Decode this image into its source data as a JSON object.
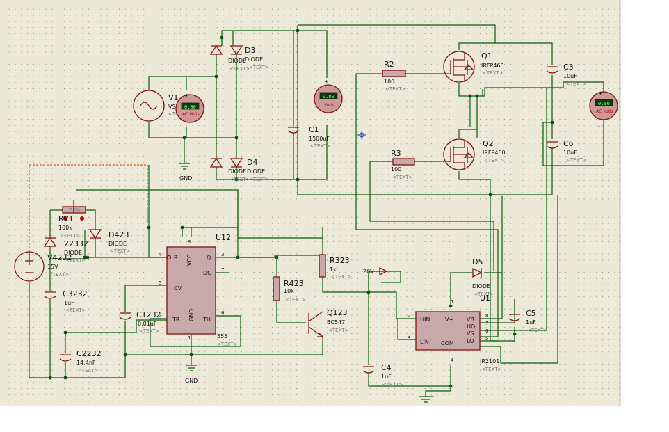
{
  "components": {
    "v1": {
      "ref": "V1",
      "value": "VS",
      "text": "<TEXT>"
    },
    "d3": {
      "ref": "D3",
      "value": "DIODE",
      "text": "<TEXT>"
    },
    "d4": {
      "ref": "D4",
      "value": "DIODE",
      "text": "<TEXT>"
    },
    "c1": {
      "ref": "C1",
      "value": "1500uF",
      "text": "<TEXT>"
    },
    "r2": {
      "ref": "R2",
      "value": "100",
      "text": "<TEXT>"
    },
    "r3": {
      "ref": "R3",
      "value": "100",
      "text": "<TEXT>"
    },
    "q1": {
      "ref": "Q1",
      "value": "IRFP460",
      "text": "<TEXT>"
    },
    "q2": {
      "ref": "Q2",
      "value": "IRFP460",
      "text": "<TEXT>"
    },
    "c3": {
      "ref": "C3",
      "value": "10uF",
      "text": "<TEXT>"
    },
    "c6": {
      "ref": "C6",
      "value": "10uF",
      "text": "<TEXT>"
    },
    "rv1": {
      "ref": "RV1",
      "value": "100k",
      "text": "<TEXT>",
      "wiper": "50%"
    },
    "d22332": {
      "ref": "22332",
      "value": "DIODE",
      "text": "<TEXT>"
    },
    "d423": {
      "ref": "D423",
      "value": "DIODE",
      "text": "<TEXT>"
    },
    "v4232": {
      "ref": "V4232",
      "value": "15V",
      "text": "<TEXT>"
    },
    "u12": {
      "ref": "U12",
      "value": "555",
      "text": "<TEXT>"
    },
    "r323": {
      "ref": "R323",
      "value": "1k",
      "text": "<TEXT>"
    },
    "r423": {
      "ref": "R423",
      "value": "10k",
      "text": "<TEXT>"
    },
    "q123": {
      "ref": "Q123",
      "value": "BC547",
      "text": "<TEXT>"
    },
    "d5": {
      "ref": "D5",
      "value": "DIODE",
      "text": "<TEXT>"
    },
    "u1": {
      "ref": "U1",
      "value": "IR2101",
      "text": "<TEXT>"
    },
    "c5": {
      "ref": "C5",
      "value": "1uF",
      "text": "<TEXT>"
    },
    "c3232": {
      "ref": "C3232",
      "value": "1uF",
      "text": "<TEXT>"
    },
    "c1232": {
      "ref": "C1232",
      "value": "0.01uF",
      "text": "<TEXT>"
    },
    "c2232": {
      "ref": "C2232",
      "value": "14.4nF",
      "text": "<TEXT>"
    },
    "c4": {
      "ref": "C4",
      "value": "1uF",
      "text": "<TEXT>"
    },
    "extra_diode": {
      "value": "DIODE"
    }
  },
  "pins555": {
    "r": "R",
    "vcc": "VCC",
    "q": "Q",
    "dc": "DC",
    "cv": "CV",
    "tr": "TR",
    "gnd": "GND",
    "th": "TH",
    "n4": "4",
    "n8": "8",
    "n3": "3",
    "n7": "7",
    "n5": "5",
    "n2": "2",
    "n1": "1",
    "n6": "6"
  },
  "pins2101": {
    "hin": "HIN",
    "lin": "LIN",
    "vplus": "V+",
    "com": "COM",
    "vb": "VB",
    "ho": "HO",
    "vs": "VS",
    "lo": "LO",
    "n2": "2",
    "n3": "3",
    "n1": "1",
    "n4": "4",
    "n8": "8",
    "n7": "7",
    "n6": "6",
    "n5": "5"
  },
  "gnd_labels": {
    "g1": "GND",
    "g2": "GND"
  },
  "supply_label": "20V",
  "meters": {
    "m1": {
      "display": "0.00",
      "unit": "AC Volts"
    },
    "m2": {
      "display": "0.00",
      "unit": "Volts"
    },
    "m3": {
      "display": "0.00",
      "unit": "AC Volts"
    }
  }
}
